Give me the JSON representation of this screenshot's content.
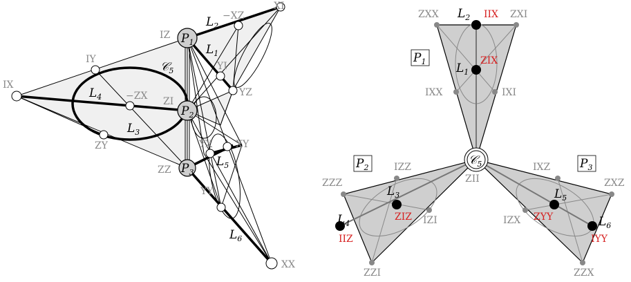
{
  "left": {
    "points": {
      "XI": "XI",
      "minus_XZ": "−XZ",
      "IZ": "IZ",
      "IY": "IY",
      "IX": "IX",
      "YI": "YI",
      "YZ": "YZ",
      "minus_ZX": "−ZX",
      "ZI": "ZI",
      "ZY": "ZY",
      "YX": "YX",
      "XY": "XY",
      "ZZ": "ZZ",
      "YY": "YY",
      "XX": "XX"
    },
    "lines": {
      "L1": "1",
      "L2": "2",
      "L3": "3",
      "L4": "4",
      "L5": "5",
      "L6": "6"
    },
    "planes": {
      "P1": "1",
      "P2": "2",
      "P3": "3"
    },
    "conic": "5"
  },
  "right": {
    "labels": {
      "ZXX": "ZXX",
      "IIX": "IIX",
      "ZXI": "ZXI",
      "ZIX": "ZIX",
      "IXX": "IXX",
      "IXI": "IXI",
      "IZZ": "IZZ",
      "ZZZ": "ZZZ",
      "ZIZ": "ZIZ",
      "IZI": "IZI",
      "IIZ": "IIZ",
      "ZZI": "ZZI",
      "IXZ": "IXZ",
      "ZXZ": "ZXZ",
      "ZYY": "ZYY",
      "IZX": "IZX",
      "IYY": "IYY",
      "ZZX": "ZZX",
      "ZII": "ZII"
    },
    "lines": {
      "L1": "1",
      "L2": "2",
      "L3": "3",
      "L4": "4",
      "L5": "5",
      "L6": "6"
    },
    "planes": {
      "P1": "1",
      "P2": "2",
      "P3": "3"
    },
    "conic": "5"
  },
  "colors": {
    "red_label": "#d62020",
    "gray_label": "#888888",
    "fill_light": "#f0f0f0",
    "fill_dark": "#cfcfcf"
  }
}
